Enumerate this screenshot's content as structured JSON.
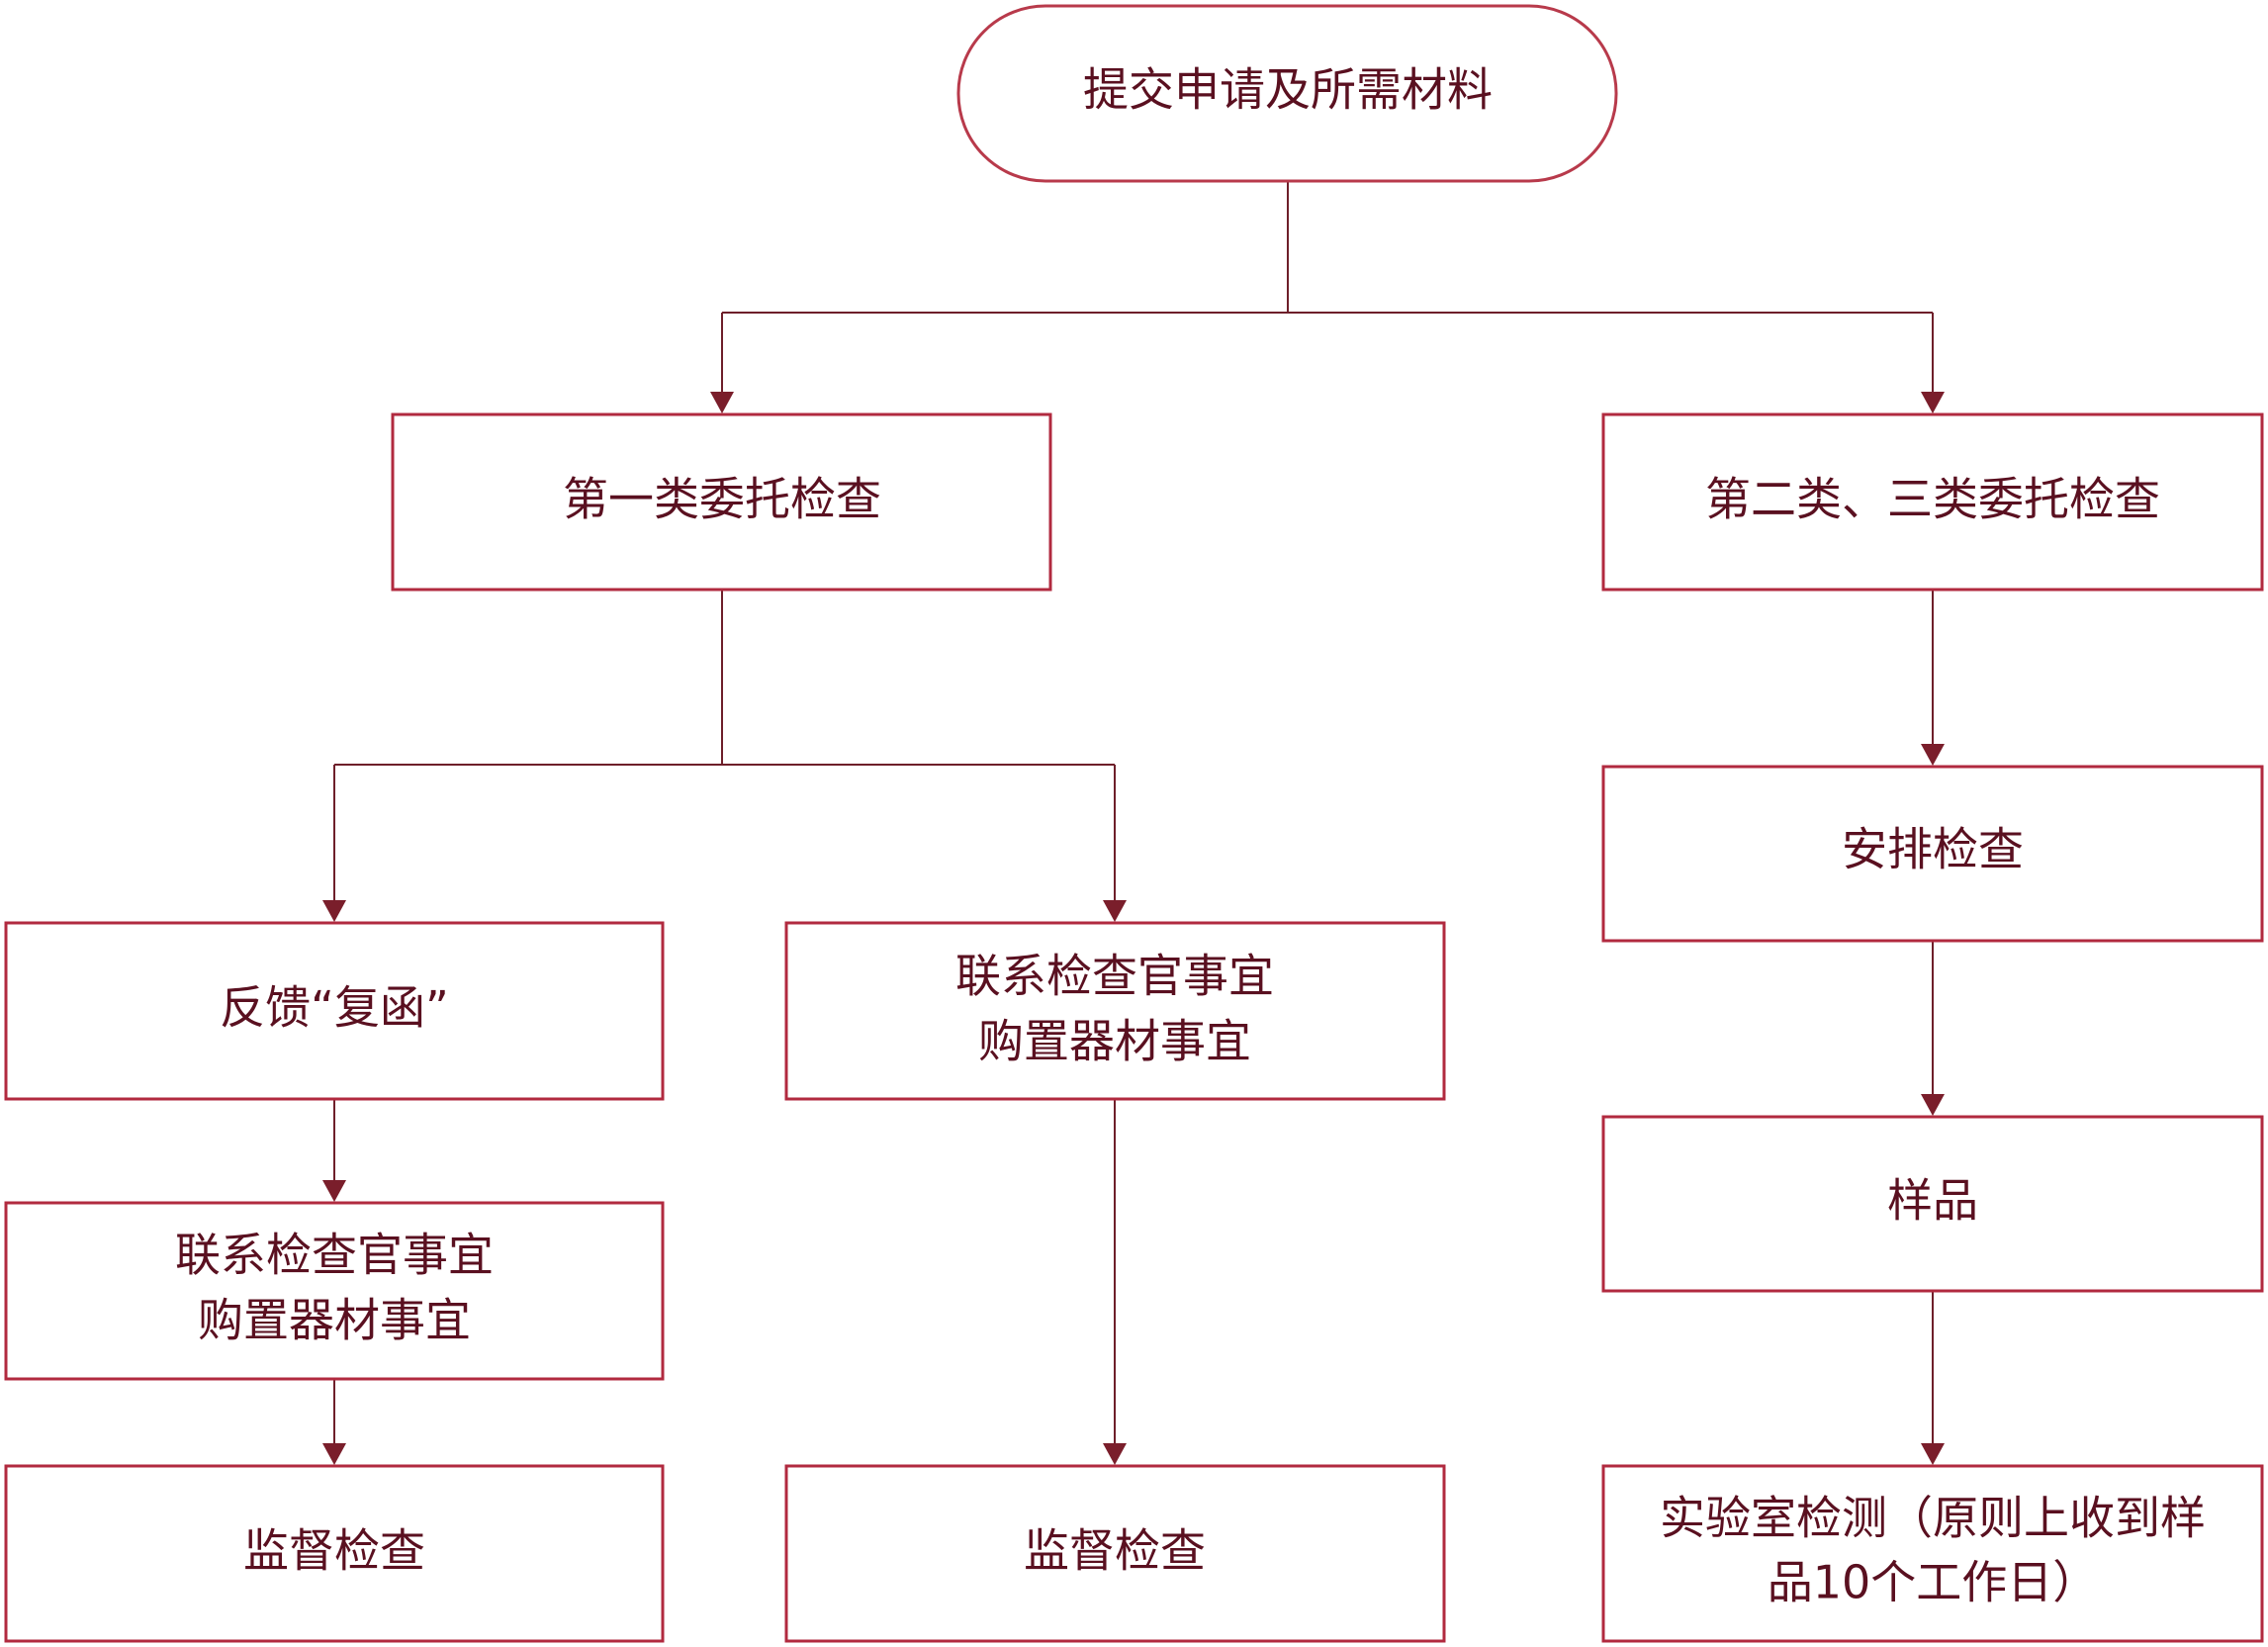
{
  "title": "",
  "nodes": {
    "start": "提交申请及所需材料",
    "class1": "第一类委托检查",
    "class23": "第二类、三类委托检查",
    "feedback": "反馈“复函”",
    "contact_mid_line1": "联系检查官事宜",
    "contact_mid_line2": "购置器材事宜",
    "contact_left_line1": "联系检查官事宜",
    "contact_left_line2": "购置器材事宜",
    "supervise_left": "监督检查",
    "supervise_mid": "监督检查",
    "arrange": "安排检查",
    "sample": "样品",
    "lab_line1": "实验室检测（原则上收到样",
    "lab_line2": "品10个工作日）"
  },
  "colors": {
    "box_stroke": "#b12a3f",
    "line": "#6e1f2a",
    "text": "#5a1020"
  }
}
